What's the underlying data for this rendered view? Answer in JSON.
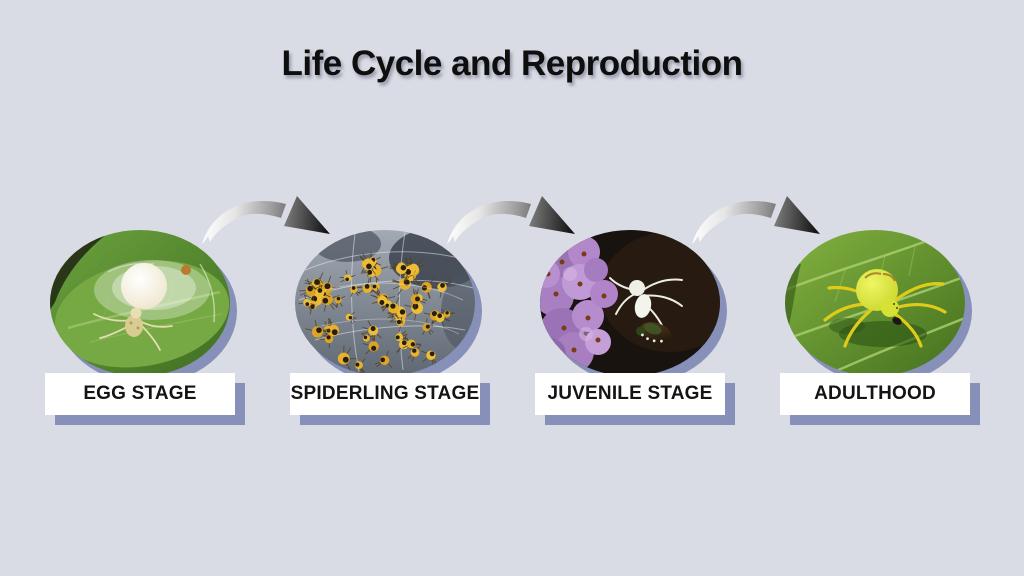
{
  "title": "Life Cycle and Reproduction",
  "colors": {
    "background": "#d9dce4",
    "shadow_slate": "#8690b8",
    "label_background": "#ffffff",
    "text": "#141414",
    "arrow_gradient_start": "#ffffff",
    "arrow_gradient_end": "#0f0f0f"
  },
  "stages": [
    {
      "label": "EGG STAGE",
      "alt": "white crab spider guarding a silk egg sac on a green leaf"
    },
    {
      "label": "SPIDERLING STAGE",
      "alt": "dense cluster of tiny yellow and black spiderlings in a web"
    },
    {
      "label": "JUVENILE STAGE",
      "alt": "white juvenile crab spider with beetle prey on purple flowers"
    },
    {
      "label": "ADULTHOOD",
      "alt": "yellow adult crab spider standing on a green leaf"
    }
  ],
  "arrow_count": 3
}
